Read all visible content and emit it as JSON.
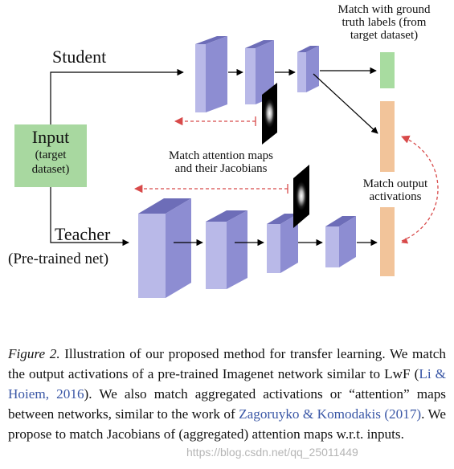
{
  "figure": {
    "student_label": "Student",
    "teacher_label": "Teacher",
    "teacher_sub": "(Pre-trained net)",
    "input_title": "Input",
    "input_sub1": "(target",
    "input_sub2": "dataset)",
    "match_gt": [
      "Match with ground",
      "truth labels (from",
      "target dataset)"
    ],
    "match_attention": [
      "Match attention maps",
      "and their Jacobians"
    ],
    "match_output": [
      "Match output",
      "activations"
    ]
  },
  "caption": {
    "figure_label": "Figure 2.",
    "text_1": " Illustration of our proposed method for transfer learning. We match the output activations of a pre-trained Imagenet network similar to LwF (",
    "cite_1": "Li & Hoiem, 2016",
    "text_2": "). We also match aggregated activations or “attention” maps between networks, similar to the work of ",
    "cite_2": "Zagoruyko & Komodakis (2017)",
    "text_3": ". We propose to match Jacobians of (aggregated) attention maps w.r.t. inputs."
  },
  "watermark": "https://blog.csdn.net/qq_25011449",
  "colors": {
    "input_box": "#a8d8a0",
    "gt_bar": "#a8dca0",
    "output_bar": "#f2c49a",
    "block_front": "#b9b9e8",
    "block_top": "#6d6db8",
    "block_side": "#8d8dd2",
    "dashed_arrow": "#d84a4a",
    "citation": "#3a57a6"
  }
}
